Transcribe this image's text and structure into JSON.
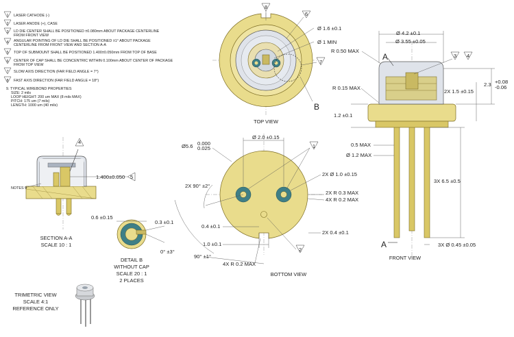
{
  "notes": [
    {
      "num": "1",
      "text": "LASER CATHODE (-)"
    },
    {
      "num": "2",
      "text": "LASER ANODE (+), CASE"
    },
    {
      "num": "3",
      "text": "LD DIE CENTER SHALL BE POSITIONED ±0.080mm ABOUT PACKAGE CENTERLINE",
      "text2": "FROM FRONT VIEW"
    },
    {
      "num": "4",
      "text": "ANGULAR POINTING OF LD DIE SHALL BE POSITIONED ±1° ABOUT PACKAGE",
      "text2": "CENTERLINE FROM FRONT VIEW AND SECTION A-A"
    },
    {
      "num": "5",
      "text": "TOP OF SUBMOUNT SHALL BE POSITIONED 1.400±0.050mm FROM TOP OF BASE"
    },
    {
      "num": "6",
      "text": "CENTER OF CAP SHALL BE CONCENTRIC WITHIN 0.100mm ABOUT CENTER OF PACKAGE",
      "text2": "FROM TOP VIEW"
    },
    {
      "num": "7",
      "text": "SLOW AXIS DIRECTION (FAR FIELD ANGLE = 7°)"
    },
    {
      "num": "8",
      "text": "FAST AXIS DIRECTION (FAR FIELD ANGLE = 18°)"
    }
  ],
  "note9": {
    "title": "9.  TYPICAL WIREBOND PROPERTIES",
    "lines": [
      "SIZE: 2 mils",
      "LOOP HEIGHT: 200 um MAX (8 mils MAX)",
      "PITCH: 175 um (7 mils)",
      "LENGTH: 1000 um (40 mils)"
    ]
  },
  "top_view": {
    "title": "TOP VIEW",
    "callout_top": "8",
    "callout_6": "6",
    "callout_7": "7",
    "dim_window": "Ø 1.6 ±0.1",
    "dim_aperture": "Ø 1 MIN",
    "detail_label": "B"
  },
  "front_view": {
    "title": "FRONT VIEW",
    "section_letter": "A",
    "callout_3": "3",
    "callout_4": "4",
    "dim_cap_outer": "Ø 4.2 ±0.1",
    "dim_cap_inner": "Ø 3.55 ±0.05",
    "dim_radius_top": "R 0.50 MAX",
    "dim_radius_shoulder": "R 0.15 MAX",
    "dim_height_a": "2.3",
    "dim_height_tol_plus": "+0.08",
    "dim_height_tol_minus": "-0.06",
    "dim_base_thk": "2X  1.5 ±0.15",
    "dim_flange": "1.2 ±0.1",
    "dim_stub": "0.5 MAX",
    "dim_stub_dia": "Ø 1.2 MAX",
    "dim_lead_len": "3X  6.5 ±0.5",
    "dim_lead_dia": "3X  Ø 0.45 ±0.05"
  },
  "bottom_view": {
    "title": "BOTTOM VIEW",
    "callout_1": "1",
    "callout_2": "2",
    "dim_base": "Ø5.6",
    "dim_base_plus": "0.000",
    "dim_base_minus": "0.025",
    "dim_pcd": "Ø 2.0 ±0.15",
    "dim_pin": "2X  Ø 1.0 ±0.15",
    "dim_r1": "2X R  0.3 MAX",
    "dim_r2": "4X R  0.2 MAX",
    "dim_angle": "2X 90° ±2°",
    "dim_notch_w": "0.4 ±0.1",
    "dim_notch_d": "1.0 ±0.1",
    "dim_notch_r": "4X R  0.2 MAX",
    "dim_slot": "2X  0.4 ±0.1",
    "dim_angle2": "90° ±1°"
  },
  "section_view": {
    "title": "SECTION A-A",
    "scale": "SCALE 10 : 1",
    "callout_4": "4",
    "callout_5": "5",
    "dim_submount": "1.400±0.050",
    "notes_tag": "NOTES 9"
  },
  "detail_view": {
    "title": "DETAIL B",
    "subtitle": "WITHOUT CAP",
    "scale": "SCALE 20 : 1",
    "count": "2 PLACES",
    "dim_width": "0.6 ±0.15",
    "dim_gap": "0.3 ±0.1",
    "dim_angle": "0° ±3°"
  },
  "trimetric_view": {
    "title": "TRIMETRIC VIEW",
    "scale": "SCALE 4:1",
    "note": "REFERENCE ONLY"
  },
  "colors": {
    "gold": "#e9dc8c",
    "cap": "#dfe3ea",
    "teal": "#3f7f86"
  }
}
